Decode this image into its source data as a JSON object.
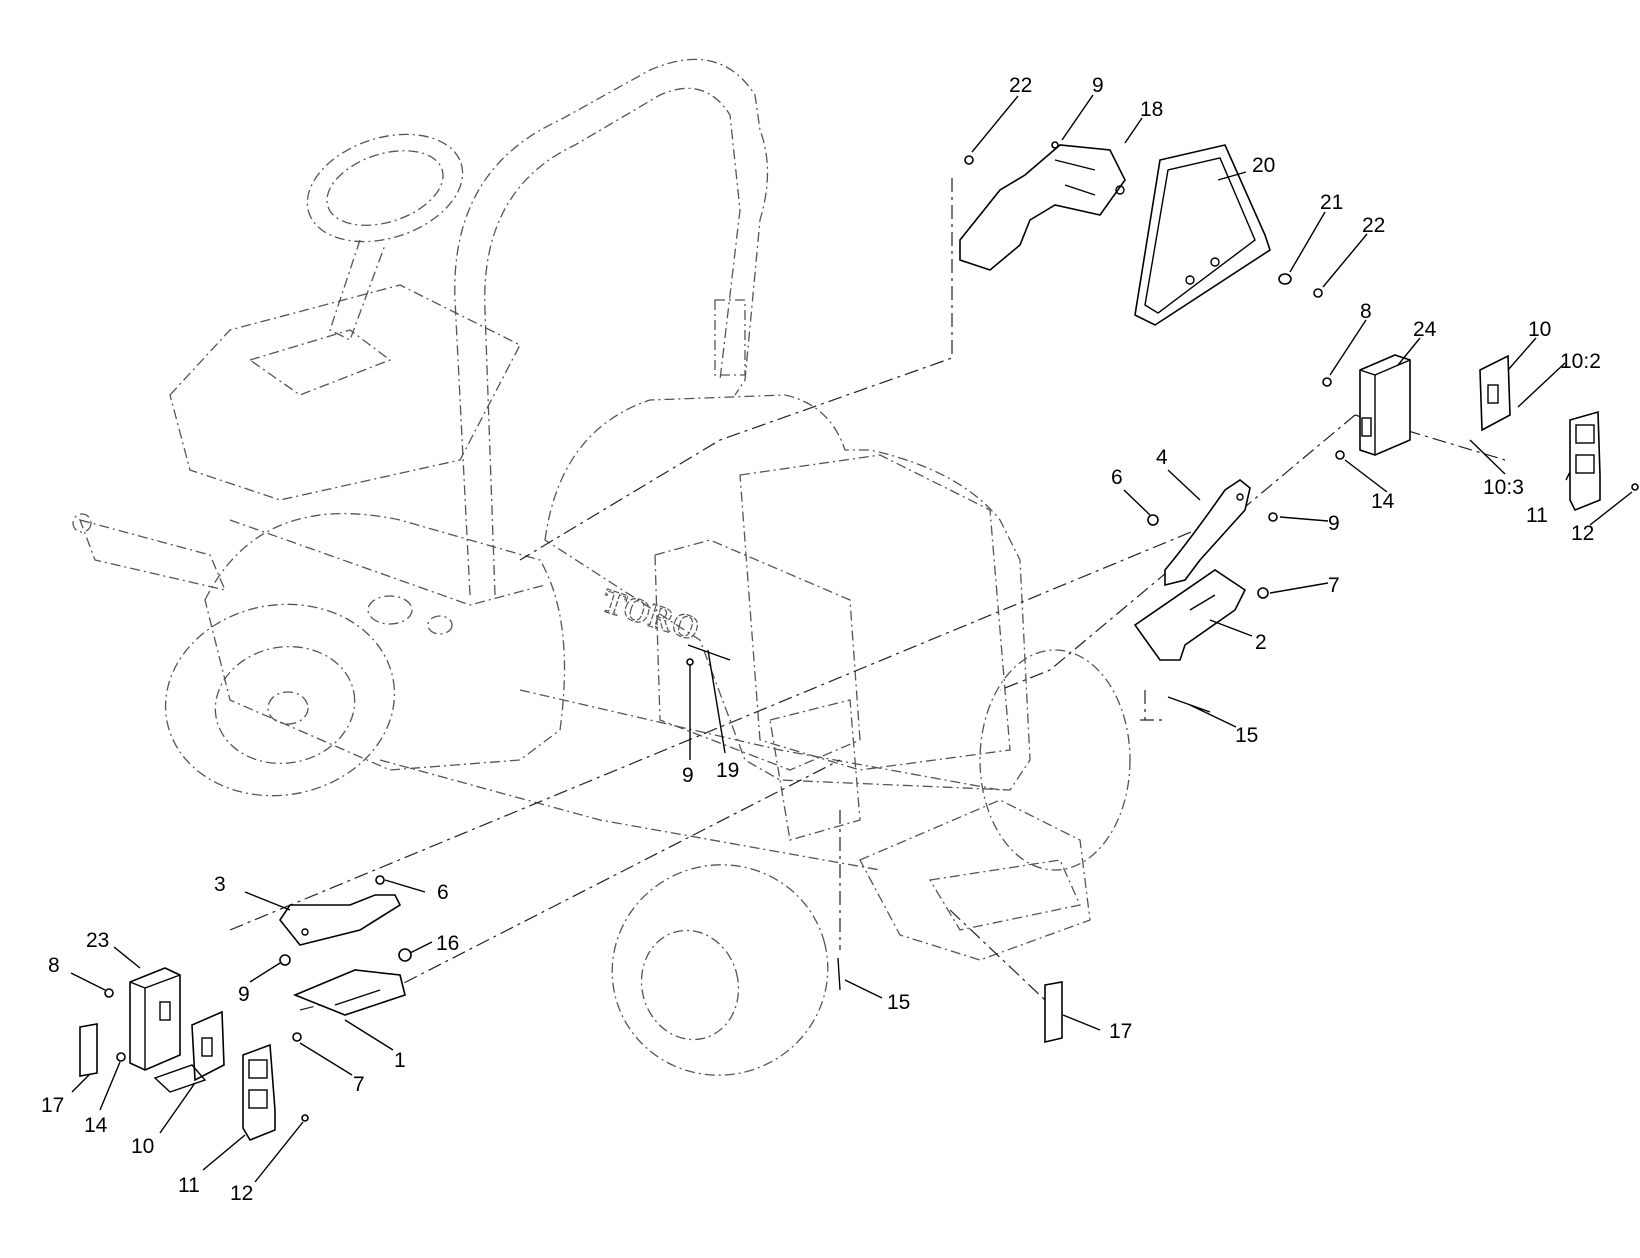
{
  "brand": "TORO",
  "callouts": [
    {
      "id": "c22a",
      "text": "22"
    },
    {
      "id": "c9a",
      "text": "9"
    },
    {
      "id": "c18",
      "text": "18"
    },
    {
      "id": "c20",
      "text": "20"
    },
    {
      "id": "c21",
      "text": "21"
    },
    {
      "id": "c22b",
      "text": "22"
    },
    {
      "id": "c8a",
      "text": "8"
    },
    {
      "id": "c24",
      "text": "24"
    },
    {
      "id": "c10a",
      "text": "10"
    },
    {
      "id": "c10_2",
      "text": "10:2"
    },
    {
      "id": "c10_3",
      "text": "10:3"
    },
    {
      "id": "c14a",
      "text": "14"
    },
    {
      "id": "c11a",
      "text": "11"
    },
    {
      "id": "c12a",
      "text": "12"
    },
    {
      "id": "c4",
      "text": "4"
    },
    {
      "id": "c6a",
      "text": "6"
    },
    {
      "id": "c9b",
      "text": "9"
    },
    {
      "id": "c7a",
      "text": "7"
    },
    {
      "id": "c2",
      "text": "2"
    },
    {
      "id": "c15a",
      "text": "15"
    },
    {
      "id": "c9c",
      "text": "9"
    },
    {
      "id": "c19",
      "text": "19"
    },
    {
      "id": "c3",
      "text": "3"
    },
    {
      "id": "c6b",
      "text": "6"
    },
    {
      "id": "c16",
      "text": "16"
    },
    {
      "id": "c23",
      "text": "23"
    },
    {
      "id": "c8b",
      "text": "8"
    },
    {
      "id": "c9d",
      "text": "9"
    },
    {
      "id": "c17a",
      "text": "17"
    },
    {
      "id": "c14b",
      "text": "14"
    },
    {
      "id": "c10b",
      "text": "10"
    },
    {
      "id": "c11b",
      "text": "11"
    },
    {
      "id": "c12b",
      "text": "12"
    },
    {
      "id": "c7b",
      "text": "7"
    },
    {
      "id": "c1",
      "text": "1"
    },
    {
      "id": "c15b",
      "text": "15"
    },
    {
      "id": "c17b",
      "text": "17"
    }
  ]
}
